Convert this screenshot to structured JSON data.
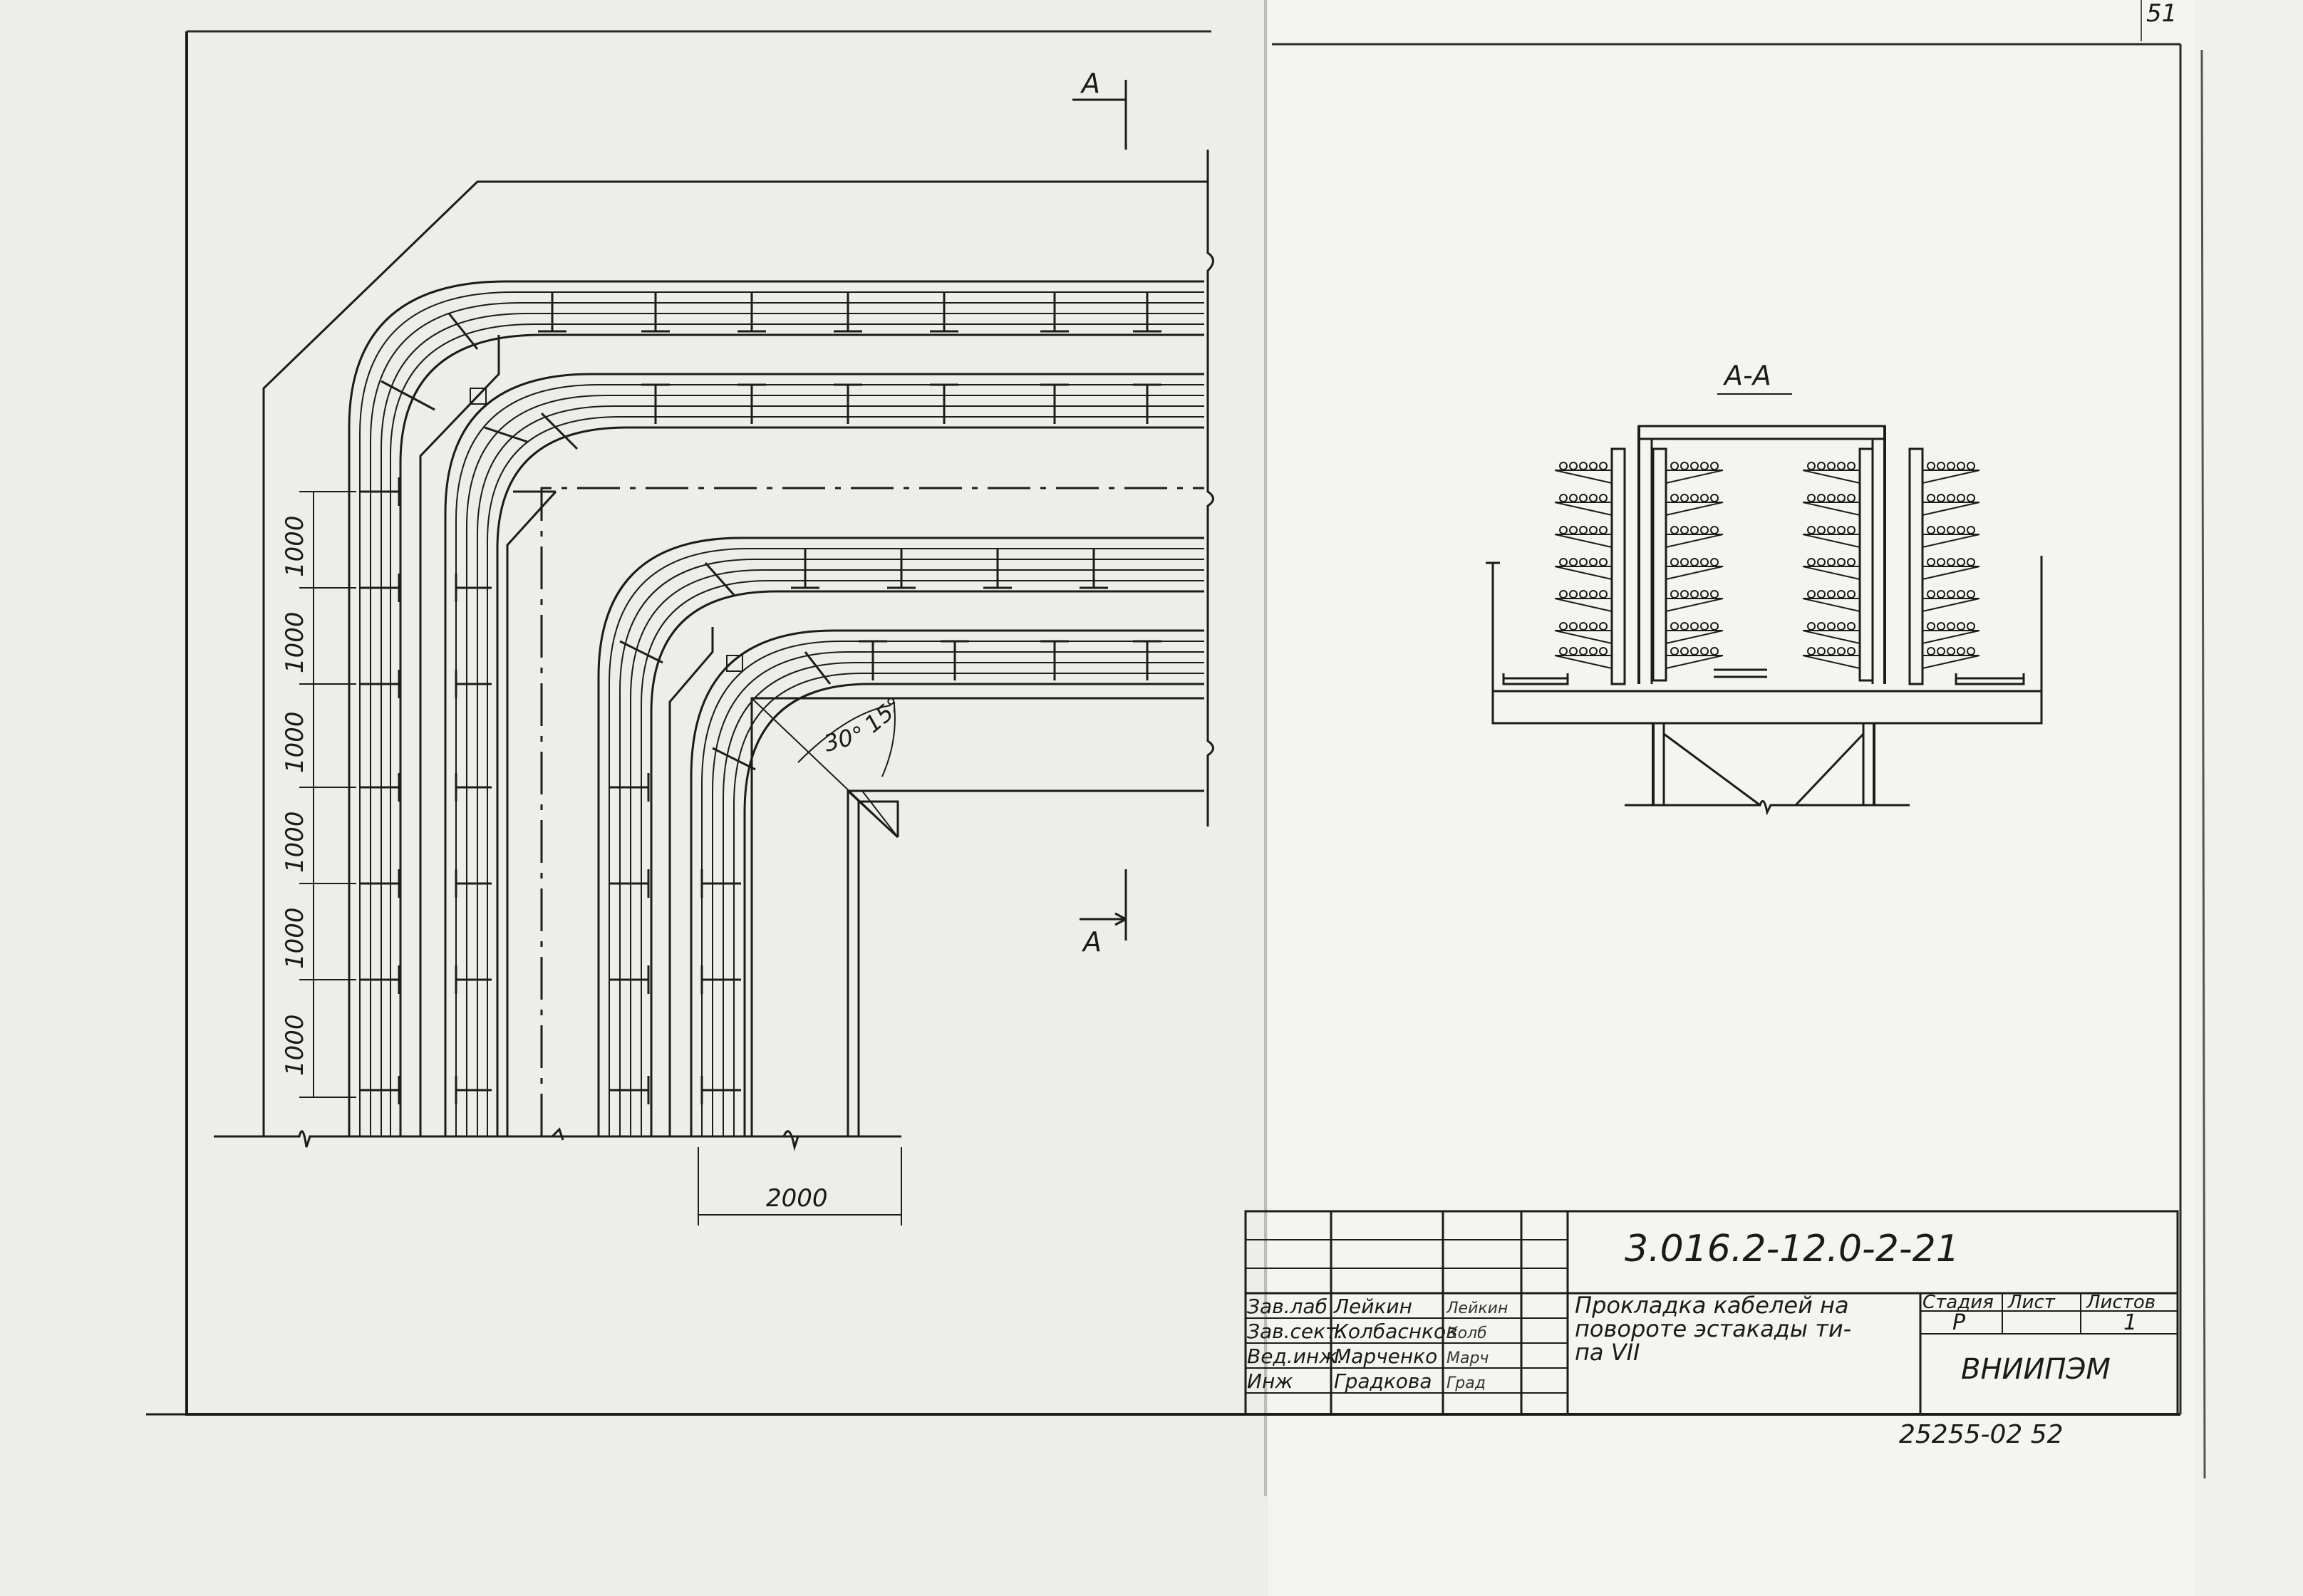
{
  "corner_number": "51",
  "section_marker_top": "А",
  "section_marker_bottom": "А",
  "section_title": "А-А",
  "dimensions": {
    "vertical": [
      "1000",
      "1000",
      "1000",
      "1000",
      "1000",
      "1000"
    ],
    "bottom": "2000",
    "angle_1": "30°",
    "angle_2": "15°"
  },
  "title_block": {
    "doc_code": "3.016.2-12.0-2-21",
    "title_lines": [
      "Прокладка кабелей на",
      "повороте эстакады ти-",
      "па VII"
    ],
    "roles": [
      {
        "role": "Зав.лаб",
        "name": "Лейкин",
        "sign": "Лейкин"
      },
      {
        "role": "Зав.сект.",
        "name": "Колбаснков",
        "sign": "Колб"
      },
      {
        "role": "Вед.инж.",
        "name": "Марченко",
        "sign": "Марч"
      },
      {
        "role": "Инж",
        "name": "Градкова",
        "sign": "Град"
      }
    ],
    "stage_header": "Стадия",
    "sheet_header": "Лист",
    "sheets_header": "Листов",
    "stage_value": "Р",
    "sheet_value": "",
    "sheets_value": "1",
    "organization": "ВНИИПЭМ"
  },
  "archive_number": "25255-02  52"
}
